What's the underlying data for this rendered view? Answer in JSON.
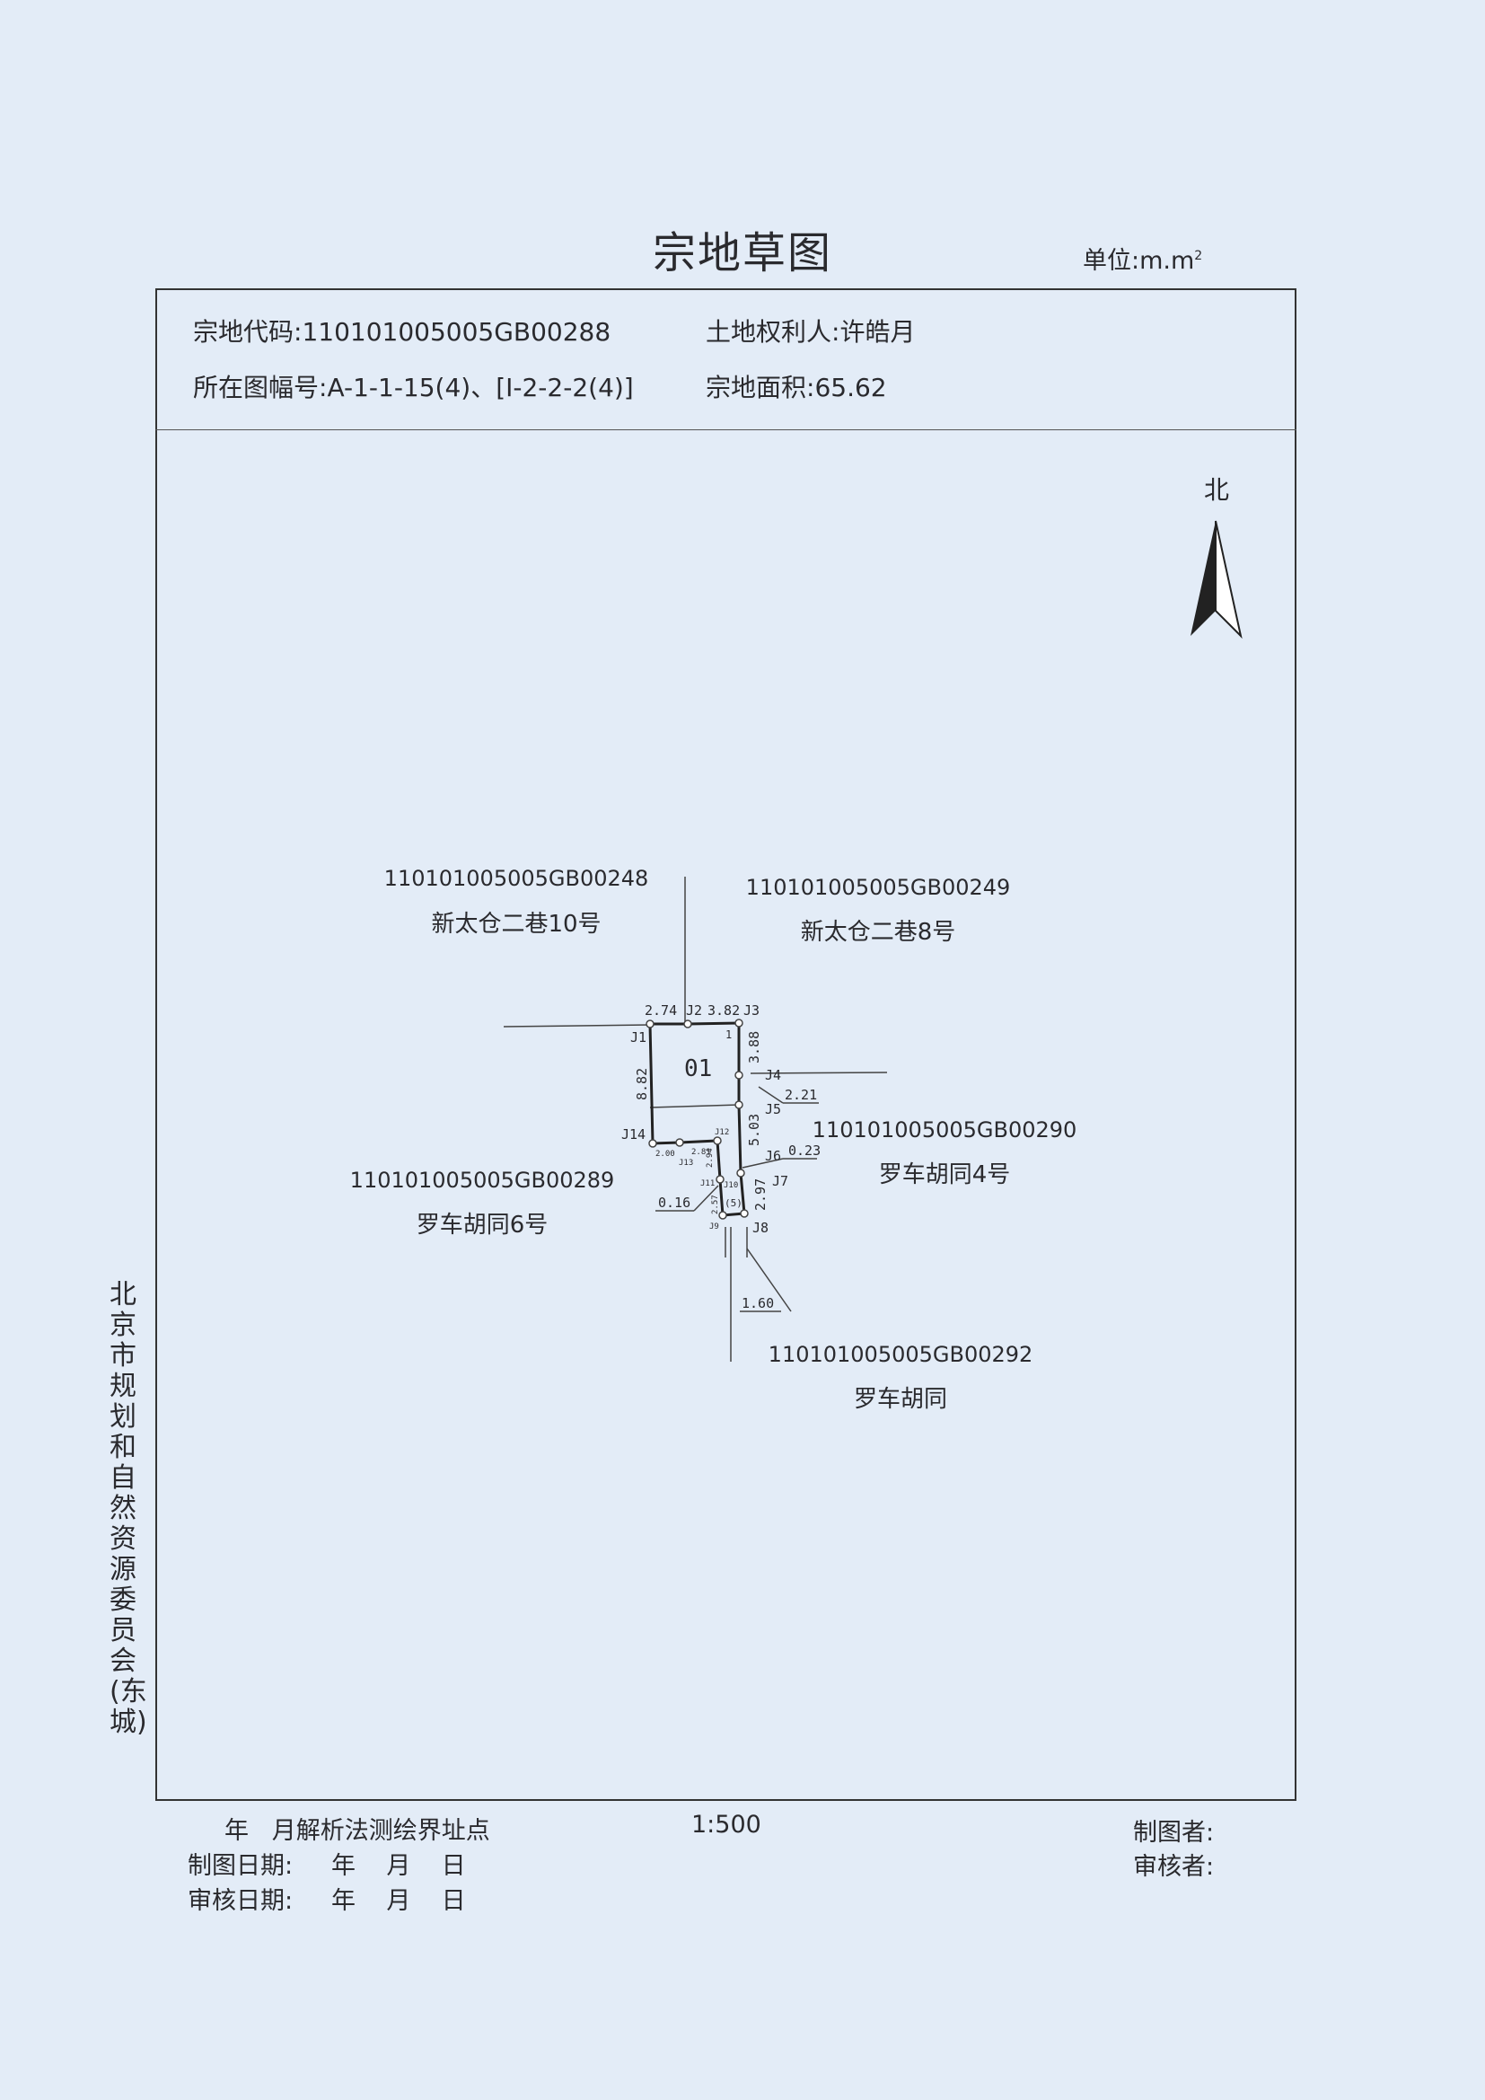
{
  "title": "宗地草图",
  "unit": {
    "label": "单位:m.m",
    "sup": "2"
  },
  "header": {
    "parcel_code_label": "宗地代码:",
    "parcel_code": "110101005005GB00288",
    "owner_label": "土地权利人:",
    "owner": "许皓月",
    "sheet_label": "所在图幅号:",
    "sheet": "A-1-1-15(4)、[I-2-2-2(4)]",
    "area_label": "宗地面积:",
    "area": "65.62"
  },
  "north_label": "北",
  "diagram": {
    "parcel_number": "01",
    "sub_number": "(5)",
    "points": [
      "J1",
      "J2",
      "J3",
      "J4",
      "J5",
      "J6",
      "J7",
      "J8",
      "J9",
      "J10",
      "J11",
      "J12",
      "J13",
      "J14"
    ],
    "distances": {
      "d1": "2.74",
      "d2": "3.82",
      "d3": "3.88",
      "d4": "8.82",
      "d5": "5.03",
      "d6": "2.97",
      "d7": "2.00",
      "d8": "2.81",
      "d9": "2.94",
      "d10": "2.57",
      "d11": "1"
    },
    "offsets": {
      "o1": "2.21",
      "o2": "0.23",
      "o3": "0.16",
      "o4": "1.60"
    }
  },
  "neighbors": [
    {
      "code": "110101005005GB00248",
      "name": "新太仓二巷10号"
    },
    {
      "code": "110101005005GB00249",
      "name": "新太仓二巷8号"
    },
    {
      "code": "110101005005GB00290",
      "name": "罗车胡同4号"
    },
    {
      "code": "110101005005GB00289",
      "name": "罗车胡同6号"
    },
    {
      "code": "110101005005GB00292",
      "name": "罗车胡同"
    }
  ],
  "side_text": "北京市规划和自然资源委员会(东城)",
  "footer": {
    "method": "年   月解析法测绘界址点",
    "scale": "1:500",
    "drawer": "制图者:",
    "draw_date": "制图日期:     年    月    日",
    "reviewer": "审核者:",
    "review_date": "审核日期:     年    月    日"
  }
}
